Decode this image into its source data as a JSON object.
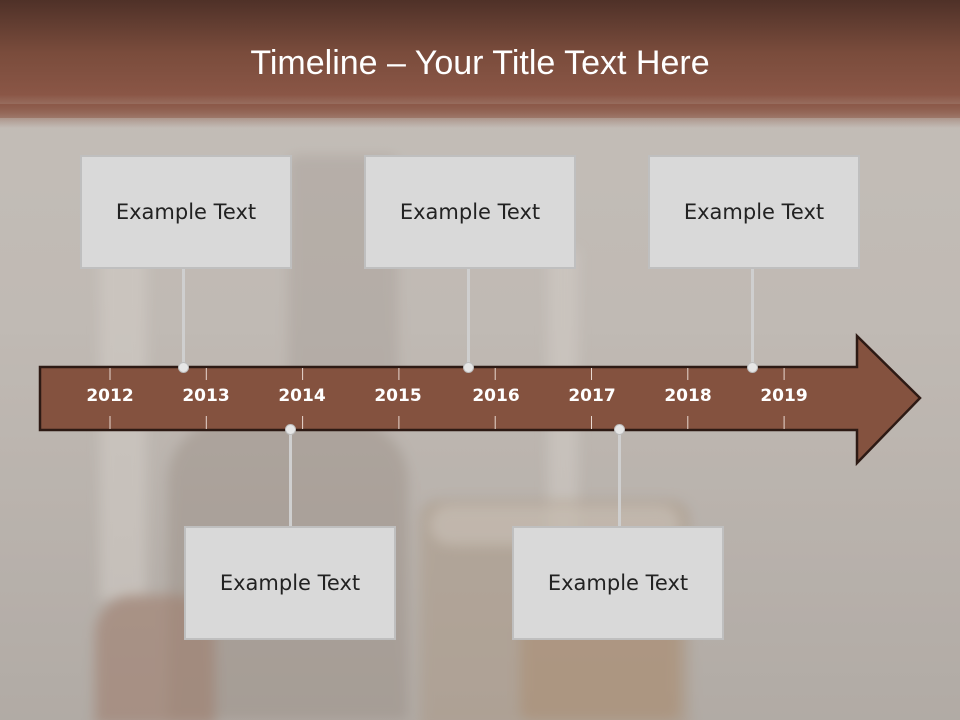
{
  "slide": {
    "title": "Timeline – Your Title Text Here",
    "colors": {
      "header": "#7a4c3c",
      "arrow_fill": "#84523f",
      "arrow_stroke": "#2d1a14",
      "box_fill": "#d9d9d9",
      "box_border": "#bfbfbf",
      "year_text": "#ffffff"
    }
  },
  "timeline": {
    "years": [
      "2012",
      "2013",
      "2014",
      "2015",
      "2016",
      "2017",
      "2018",
      "2019"
    ],
    "boxes": [
      {
        "label": "Example Text"
      },
      {
        "label": "Example Text"
      },
      {
        "label": "Example Text"
      },
      {
        "label": "Example Text"
      },
      {
        "label": "Example Text"
      }
    ]
  }
}
